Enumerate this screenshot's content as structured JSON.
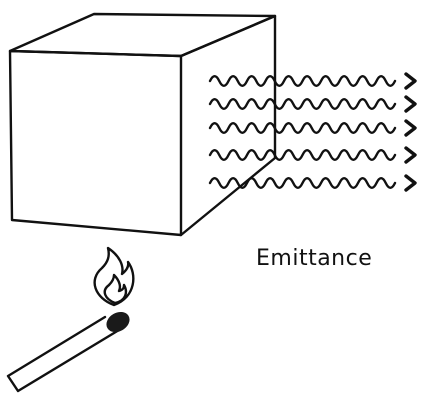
{
  "diagram": {
    "label": "Emittance",
    "ink_color": "#111111",
    "background_color": "#ffffff",
    "match_head_color": "#1a1a1a",
    "elements": {
      "cube": "cube",
      "waves": "wavy-arrows",
      "match": "lit-match",
      "flame": "flame"
    }
  }
}
